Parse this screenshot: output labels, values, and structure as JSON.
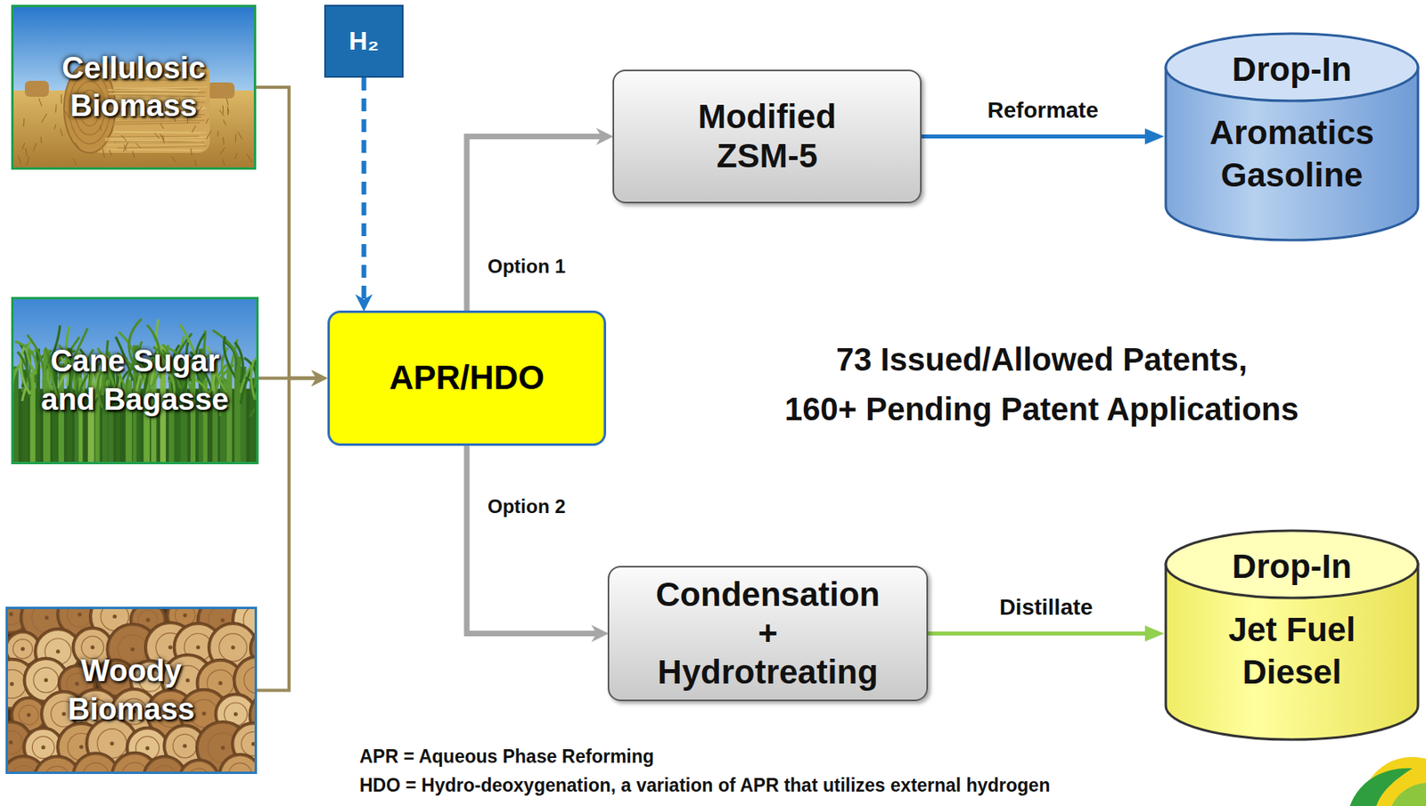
{
  "diagram": {
    "nodes": [
      {
        "text": [
          "Cellulosic Biomass"
        ]
      },
      {
        "text": [
          "H₂"
        ]
      },
      {
        "text": [
          "Cane Sugar and Bagasse"
        ]
      },
      {
        "text": [
          "Woody Biomass"
        ]
      },
      {
        "text": [
          "APR/HDO"
        ]
      },
      {
        "text": [
          "Modified ZSM-5"
        ]
      },
      {
        "text": [
          "Condensation + Hydrotreating"
        ]
      },
      {
        "text": [
          "Drop-In",
          "Aromatics Gasoline"
        ]
      },
      {
        "text": [
          "Drop-In",
          "Jet Fuel Diesel"
        ]
      }
    ],
    "edges": [
      {
        "from": 0,
        "to": 4,
        "arrow": "to"
      },
      {
        "from": 2,
        "to": 4,
        "arrow": "to"
      },
      {
        "from": 3,
        "to": 4,
        "arrow": "to"
      },
      {
        "from": 1,
        "to": 4,
        "arrow": "to"
      },
      {
        "from": 4,
        "to": 5,
        "label": "Option 1",
        "arrow": "to"
      },
      {
        "from": 4,
        "to": 6,
        "label": "Option 2",
        "arrow": "to"
      },
      {
        "from": 5,
        "to": 7,
        "label": "Reformate",
        "arrow": "to"
      },
      {
        "from": 6,
        "to": 8,
        "label": "Distillate",
        "arrow": "to"
      }
    ],
    "labels": [
      "73 Issued/Allowed Patents,",
      "160+ Pending Patent Applications",
      "APR = Aqueous Phase Reforming",
      "HDO = Hydro-deoxygenation, a variation of APR that utilizes external hydrogen"
    ]
  }
}
